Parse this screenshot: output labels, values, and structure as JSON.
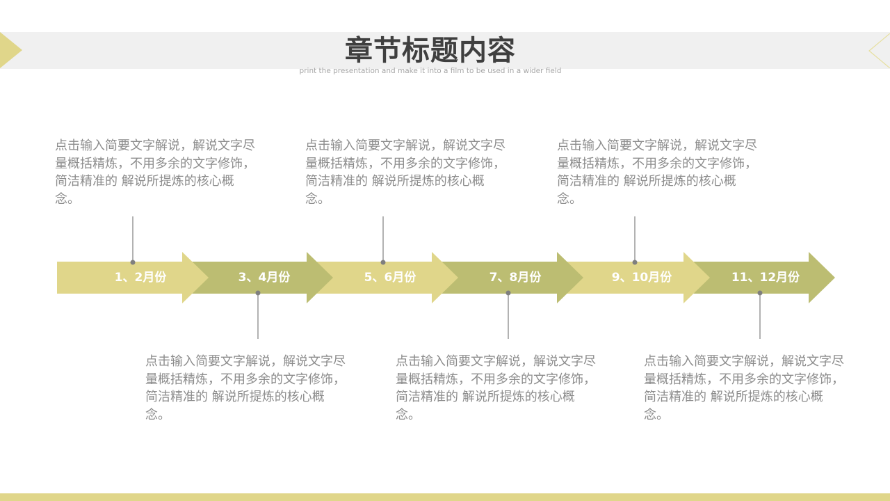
{
  "header": {
    "title": "章节标题内容",
    "subtitle": "print the presentation  and make it into a film to be used in a wider field"
  },
  "colors": {
    "light_arrow": "#e0d68a",
    "dark_arrow": "#bcbd72",
    "connector": "#7f7f7f",
    "title_band": "#f0f0f0",
    "bottom_bar": "#e0d68a"
  },
  "timeline": {
    "stages": [
      {
        "label": "1、2月份",
        "position": "top",
        "description": "点击输入简要文字解说，解说文字尽量概括精炼，不用多余的文字修饰，简洁精准的 解说所提炼的核心概念。"
      },
      {
        "label": "3、4月份",
        "position": "bottom",
        "description": "点击输入简要文字解说，解说文字尽量概括精炼，不用多余的文字修饰，简洁精准的 解说所提炼的核心概念。"
      },
      {
        "label": "5、6月份",
        "position": "top",
        "description": "点击输入简要文字解说，解说文字尽量概括精炼，不用多余的文字修饰，简洁精准的 解说所提炼的核心概念。"
      },
      {
        "label": "7、8月份",
        "position": "bottom",
        "description": "点击输入简要文字解说，解说文字尽量概括精炼，不用多余的文字修饰，简洁精准的 解说所提炼的核心概念。"
      },
      {
        "label": "9、10月份",
        "position": "top",
        "description": "点击输入简要文字解说，解说文字尽量概括精炼，不用多余的文字修饰，简洁精准的 解说所提炼的核心概念。"
      },
      {
        "label": "11、12月份",
        "position": "bottom",
        "description": "点击输入简要文字解说，解说文字尽量概括精炼，不用多余的文字修饰，简洁精准的 解说所提炼的核心概念。"
      }
    ]
  }
}
